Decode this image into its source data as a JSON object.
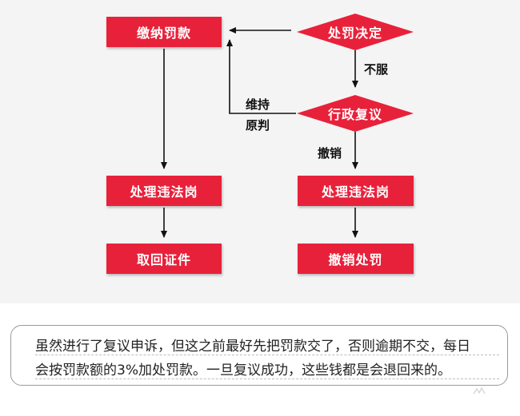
{
  "colors": {
    "node_fill": "#e8213a",
    "arrow": "#111111",
    "background": "#f4f4f4"
  },
  "nodes": {
    "pay_fine": "缴纳罚款",
    "decision": "处罚决定",
    "review": "行政复议",
    "handle_left": "处理违法岗",
    "retrieve": "取回证件",
    "handle_right": "处理违法岗",
    "revoke": "撤销处罚"
  },
  "edges": {
    "dispute": "不服",
    "upheld_line1": "维持",
    "upheld_line2": "原判",
    "revoked": "撤销"
  },
  "note": {
    "line1": "虽然进行了复议申诉，但这之前最好先把罚款交了，否则逾期不交，每日",
    "line2": "会按罚款额的3%加处罚款。一旦复议成功，这些钱都是会退回来的。"
  }
}
